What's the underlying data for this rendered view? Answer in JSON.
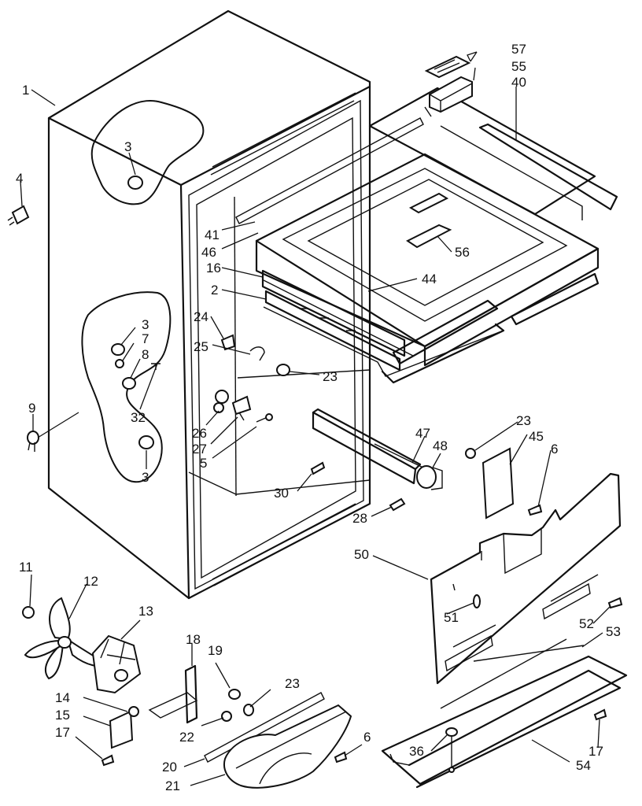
{
  "diagram": {
    "callouts": [
      {
        "id": "c1",
        "text": "1"
      },
      {
        "id": "c3a",
        "text": "3"
      },
      {
        "id": "c4",
        "text": "4"
      },
      {
        "id": "c3b",
        "text": "3"
      },
      {
        "id": "c7",
        "text": "7"
      },
      {
        "id": "c8",
        "text": "8"
      },
      {
        "id": "c32",
        "text": "32"
      },
      {
        "id": "c9",
        "text": "9"
      },
      {
        "id": "c3c",
        "text": "3"
      },
      {
        "id": "c41",
        "text": "41"
      },
      {
        "id": "c46",
        "text": "46"
      },
      {
        "id": "c16",
        "text": "16"
      },
      {
        "id": "c2",
        "text": "2"
      },
      {
        "id": "c24",
        "text": "24"
      },
      {
        "id": "c25",
        "text": "25"
      },
      {
        "id": "c23a",
        "text": "23"
      },
      {
        "id": "c26",
        "text": "26"
      },
      {
        "id": "c27",
        "text": "27"
      },
      {
        "id": "c5",
        "text": "5"
      },
      {
        "id": "c30",
        "text": "30"
      },
      {
        "id": "c57",
        "text": "57"
      },
      {
        "id": "c55",
        "text": "55"
      },
      {
        "id": "c40",
        "text": "40"
      },
      {
        "id": "c56",
        "text": "56"
      },
      {
        "id": "c44",
        "text": "44"
      },
      {
        "id": "c23b",
        "text": "23"
      },
      {
        "id": "c45",
        "text": "45"
      },
      {
        "id": "c6a",
        "text": "6"
      },
      {
        "id": "c47",
        "text": "47"
      },
      {
        "id": "c48",
        "text": "48"
      },
      {
        "id": "c28",
        "text": "28"
      },
      {
        "id": "c50",
        "text": "50"
      },
      {
        "id": "c51",
        "text": "51"
      },
      {
        "id": "c52",
        "text": "52"
      },
      {
        "id": "c53",
        "text": "53"
      },
      {
        "id": "c11",
        "text": "11"
      },
      {
        "id": "c12",
        "text": "12"
      },
      {
        "id": "c13",
        "text": "13"
      },
      {
        "id": "c18",
        "text": "18"
      },
      {
        "id": "c19",
        "text": "19"
      },
      {
        "id": "c23c",
        "text": "23"
      },
      {
        "id": "c14",
        "text": "14"
      },
      {
        "id": "c15",
        "text": "15"
      },
      {
        "id": "c17a",
        "text": "17"
      },
      {
        "id": "c22",
        "text": "22"
      },
      {
        "id": "c20",
        "text": "20"
      },
      {
        "id": "c21",
        "text": "21"
      },
      {
        "id": "c6b",
        "text": "6"
      },
      {
        "id": "c36",
        "text": "36"
      },
      {
        "id": "c17b",
        "text": "17"
      },
      {
        "id": "c54",
        "text": "54"
      }
    ]
  }
}
